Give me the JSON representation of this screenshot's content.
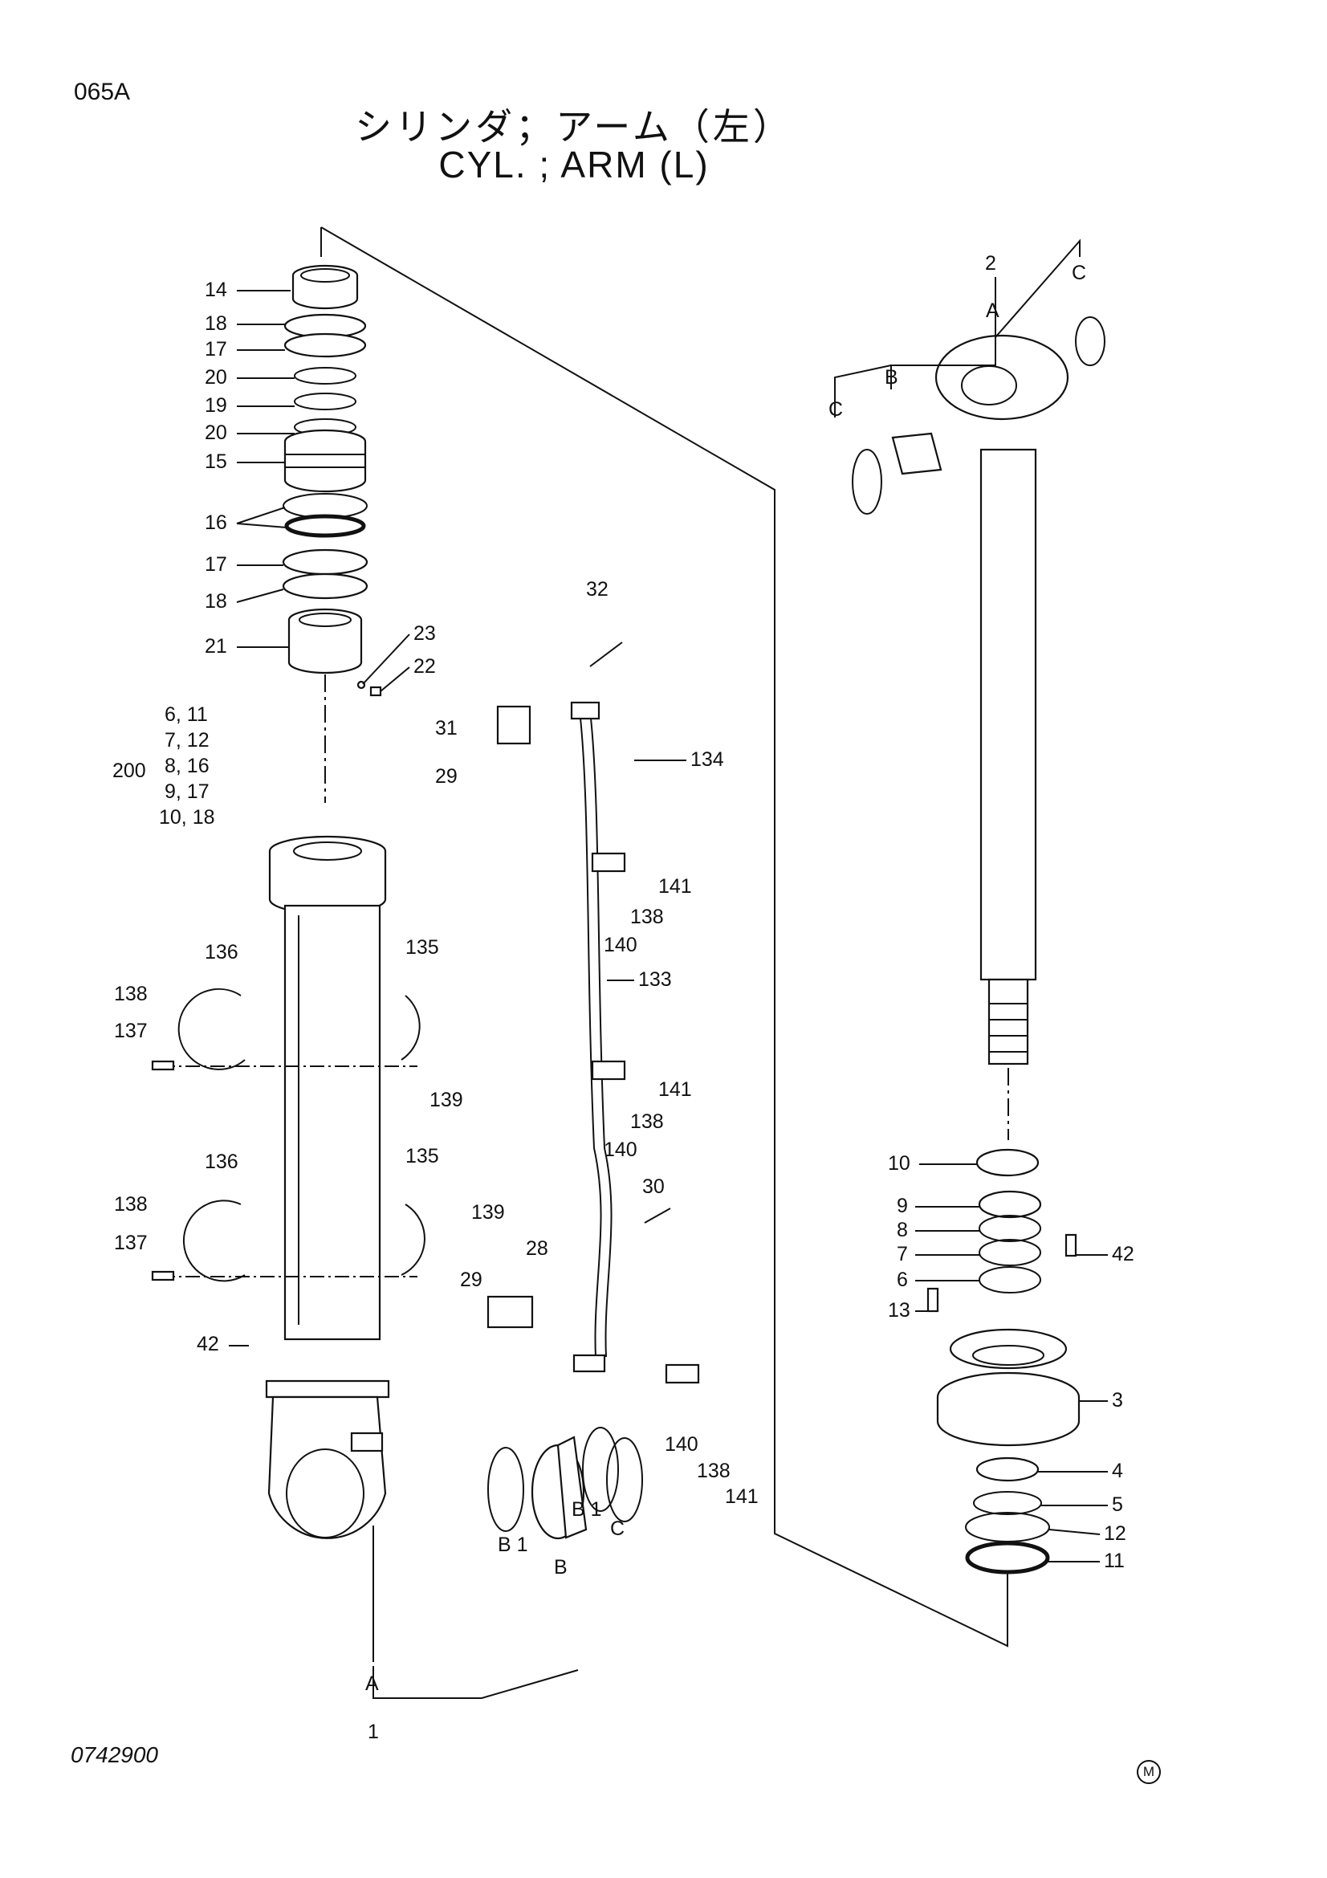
{
  "page_code": "065A",
  "title_jp": "シリンダ；アーム（左）",
  "title_en": "CYL. ; ARM (L)",
  "doc_number": "0742900",
  "mark": "M",
  "parts": {
    "p1": "1",
    "p2": "2",
    "p3": "3",
    "p4": "4",
    "p5": "5",
    "p6": "6",
    "p7": "7",
    "p8": "8",
    "p9": "9",
    "p10": "10",
    "p11": "11",
    "p12": "12",
    "p13": "13",
    "p14": "14",
    "p15": "15",
    "p16": "16",
    "p17": "17",
    "p18": "18",
    "p19": "19",
    "p20": "20",
    "p21": "21",
    "p22": "22",
    "p23": "23",
    "p28": "28",
    "p29": "29",
    "p30": "30",
    "p31": "31",
    "p32": "32",
    "p42": "42",
    "p133": "133",
    "p134": "134",
    "p135": "135",
    "p136": "136",
    "p137": "137",
    "p138": "138",
    "p139": "139",
    "p140": "140",
    "p141": "141",
    "p200": "200"
  },
  "kit_200": [
    "6,  11",
    "7,  12",
    "8,  16",
    "9,  17",
    "10,  18"
  ],
  "group_letters": {
    "a": "A",
    "b": "B",
    "b1": "B 1",
    "c": "C"
  }
}
